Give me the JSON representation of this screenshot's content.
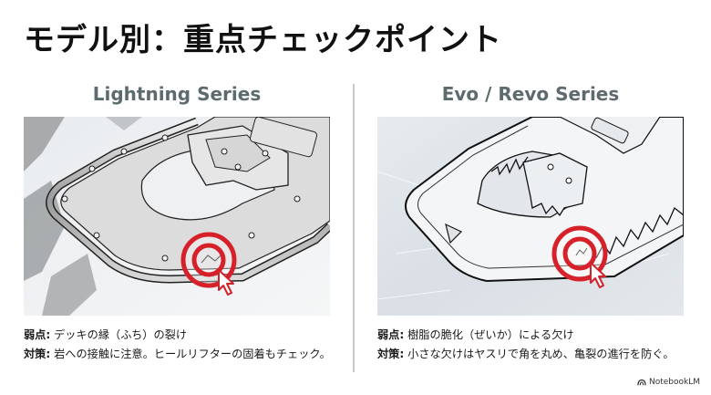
{
  "page": {
    "title": "モデル別：重点チェックポイント"
  },
  "colors": {
    "heading": "#5d6a6e",
    "highlight_red": "#d6202a",
    "divider": "#c6c8c9"
  },
  "columns": [
    {
      "series": "Lightning Series",
      "illustration": {
        "description": "Line drawing of a snowshoe aluminum frame deck on snowy rock, with a red target marker and cursor pointing at a crack on the deck edge",
        "marker_icon": "target-cursor-icon"
      },
      "weakness_label": "弱点:",
      "weakness_text": " デッキの縁（ふち）の裂け",
      "countermeasure_label": "対策:",
      "countermeasure_text": " 岩への接触に注意。ヒールリフターの固着もチェック。"
    },
    {
      "series": "Evo / Revo Series",
      "illustration": {
        "description": "Line drawing of a plastic snowshoe deck with traction teeth on ice, with a red target marker and cursor pointing at a chip on the side rail",
        "marker_icon": "target-cursor-icon"
      },
      "weakness_label": "弱点:",
      "weakness_text": " 樹脂の脆化（ぜいか）による欠け",
      "countermeasure_label": "対策:",
      "countermeasure_text": " 小さな欠けはヤスリで角を丸め、亀裂の進行を防ぐ。"
    }
  ],
  "footer": {
    "brand": "NotebookLM",
    "brand_icon": "notebooklm-logo-icon"
  }
}
